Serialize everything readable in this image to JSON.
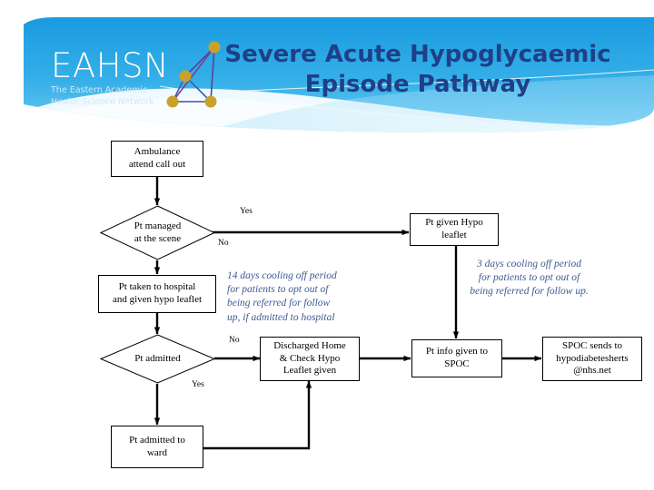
{
  "header": {
    "logo_word": "EAHSN",
    "logo_sub_line1": "The Eastern Academic",
    "logo_sub_line2": "Health Science Network",
    "title_line1": "Severe Acute Hypoglycaemic",
    "title_line2": "Episode Pathway",
    "banner_color_top": "#1a9be0",
    "banner_color_bottom": "#4fc0ef",
    "title_color": "#1f3f86"
  },
  "flow": {
    "nodes": [
      {
        "id": "ambulance",
        "label": "Ambulance\nattend call out",
        "shape": "box"
      },
      {
        "id": "pt-managed",
        "label": "Pt managed\nat the scene",
        "shape": "diamond"
      },
      {
        "id": "pt-hospital",
        "label": "Pt taken to hospital\nand given hypo leaflet",
        "shape": "box"
      },
      {
        "id": "pt-admitted",
        "label": "Pt admitted",
        "shape": "diamond"
      },
      {
        "id": "pt-ward",
        "label": "Pt admitted to\nward",
        "shape": "box"
      },
      {
        "id": "hypo-leaflet",
        "label": "Pt given Hypo\nleaflet",
        "shape": "box"
      },
      {
        "id": "discharged",
        "label": "Discharged Home\n& Check Hypo\nLeaflet given",
        "shape": "box"
      },
      {
        "id": "spoc-info",
        "label": "Pt info given to\nSPOC",
        "shape": "box"
      },
      {
        "id": "spoc-sends",
        "label": "SPOC sends to\nhypodiabetesherts\n@nhs.net",
        "shape": "box"
      }
    ],
    "edge_labels": {
      "managed_yes": "Yes",
      "managed_no": "No",
      "admitted_no": "No",
      "admitted_yes": "Yes"
    },
    "notes": [
      {
        "id": "note-14-days",
        "text": "14 days cooling off period\nfor patients to opt out of\nbeing referred for follow\nup, if admitted to hospital"
      },
      {
        "id": "note-3-days",
        "text": "3 days cooling off period\nfor patients to opt out of\nbeing referred for follow up."
      }
    ]
  }
}
